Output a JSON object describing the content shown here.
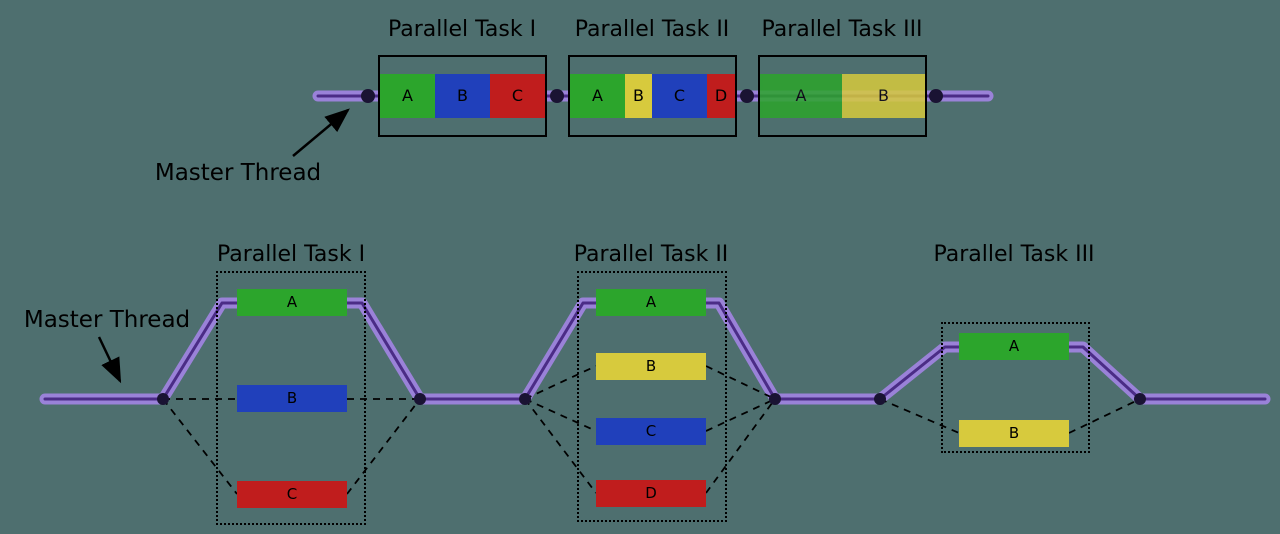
{
  "colors": {
    "bg": "#4e6f6f",
    "green": "#2ca52c",
    "blue": "#2040bb",
    "red": "#c01d1d",
    "yellow": "#d7ca3d",
    "thread-outer": "#9a82d8",
    "thread-inner": "#4b2c86",
    "dot": "#1a1333",
    "line": "#000000",
    "text": "#000000"
  },
  "top": {
    "master_thread_label": "Master Thread",
    "tasks": [
      {
        "title": "Parallel Task I",
        "segments": [
          {
            "label": "A",
            "color": "green"
          },
          {
            "label": "B",
            "color": "blue"
          },
          {
            "label": "C",
            "color": "red"
          }
        ]
      },
      {
        "title": "Parallel Task II",
        "segments": [
          {
            "label": "A",
            "color": "green"
          },
          {
            "label": "B",
            "color": "yellow"
          },
          {
            "label": "C",
            "color": "blue"
          },
          {
            "label": "D",
            "color": "red"
          }
        ]
      },
      {
        "title": "Parallel Task III",
        "segments": [
          {
            "label": "A",
            "color": "green"
          },
          {
            "label": "B",
            "color": "yellow"
          }
        ]
      }
    ]
  },
  "bottom": {
    "master_thread_label": "Master Thread",
    "tasks": [
      {
        "title": "Parallel Task I",
        "bars": [
          {
            "label": "A",
            "color": "green"
          },
          {
            "label": "B",
            "color": "blue"
          },
          {
            "label": "C",
            "color": "red"
          }
        ]
      },
      {
        "title": "Parallel Task II",
        "bars": [
          {
            "label": "A",
            "color": "green"
          },
          {
            "label": "B",
            "color": "yellow"
          },
          {
            "label": "C",
            "color": "blue"
          },
          {
            "label": "D",
            "color": "red"
          }
        ]
      },
      {
        "title": "Parallel Task III",
        "bars": [
          {
            "label": "A",
            "color": "green"
          },
          {
            "label": "B",
            "color": "yellow"
          }
        ]
      }
    ]
  }
}
